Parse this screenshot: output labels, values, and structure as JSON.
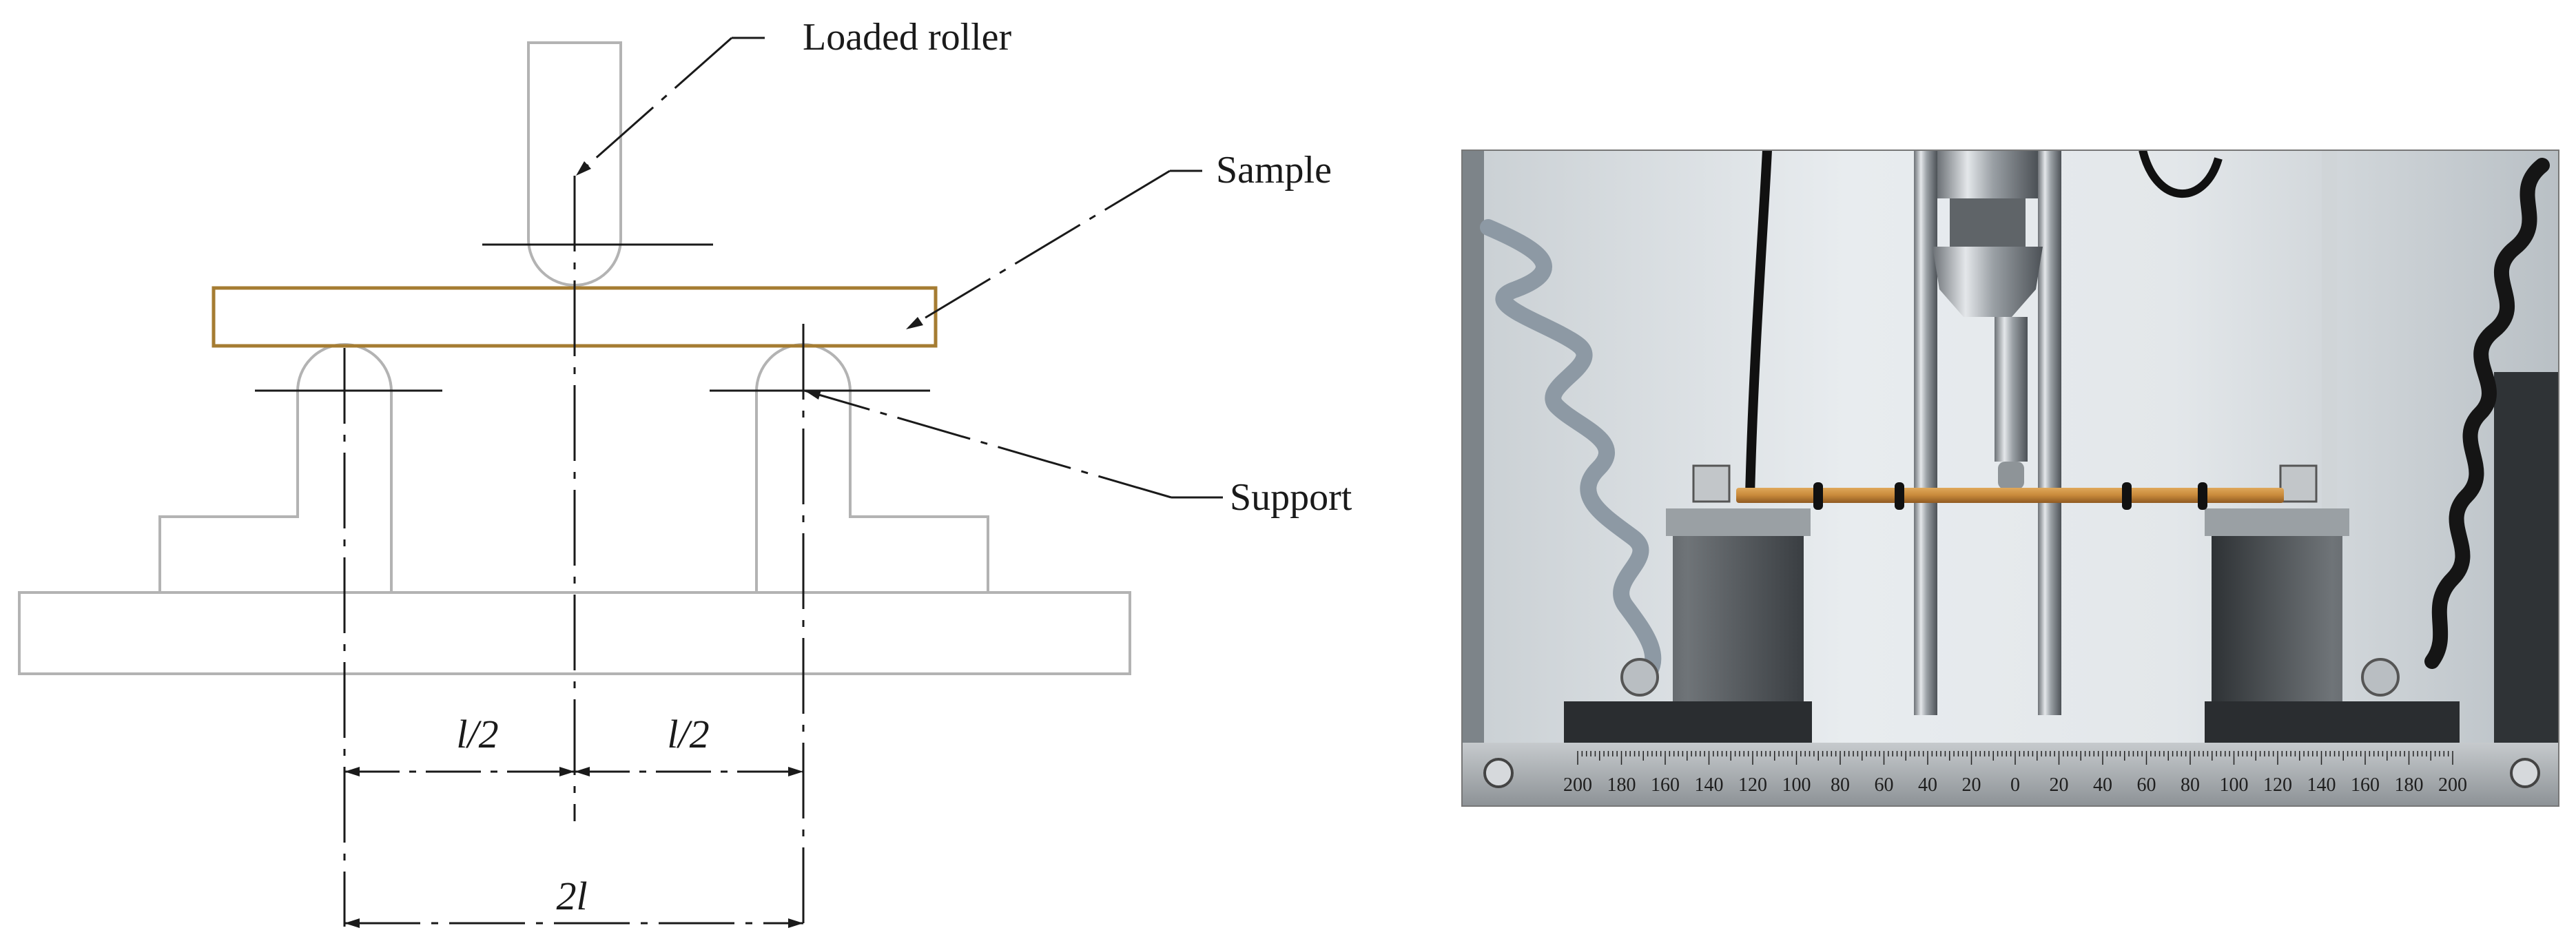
{
  "diagram": {
    "labels": {
      "loaded_roller": "Loaded roller",
      "sample": "Sample",
      "support": "Support"
    },
    "dimensions": {
      "left_half": "l/2",
      "right_half": "l/2",
      "span": "2l"
    }
  },
  "photo": {
    "ruler_ticks": [
      "200",
      "180",
      "160",
      "140",
      "120",
      "100",
      "80",
      "60",
      "40",
      "20",
      "0",
      "20",
      "40",
      "60",
      "80",
      "100",
      "120",
      "140",
      "160",
      "180",
      "200"
    ]
  },
  "colors": {
    "sample_outline": "#a57c32",
    "part_outline": "#b3b3b3",
    "line": "#1a1a1a",
    "bamboo": "#c8893a",
    "metal": "#5a5d60"
  }
}
